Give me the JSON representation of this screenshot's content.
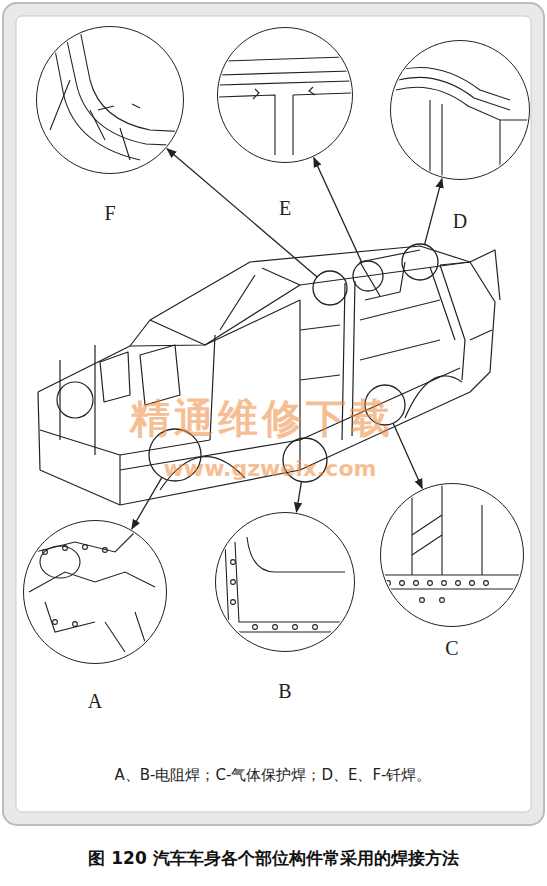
{
  "diagram": {
    "caption": "图 120 汽车车身各个部位构件常采用的焊接方法",
    "nodes": [
      {
        "text": [
          "F"
        ]
      },
      {
        "text": [
          "E"
        ]
      },
      {
        "text": [
          "D"
        ]
      },
      {
        "text": [
          "A"
        ]
      },
      {
        "text": [
          "B"
        ]
      },
      {
        "text": [
          "C"
        ]
      }
    ],
    "labels": [
      "A、B-电阻焊；C-气体保护焊；D、E、F-钎焊。",
      "精通维修下载",
      "www.gzweix.com"
    ]
  }
}
